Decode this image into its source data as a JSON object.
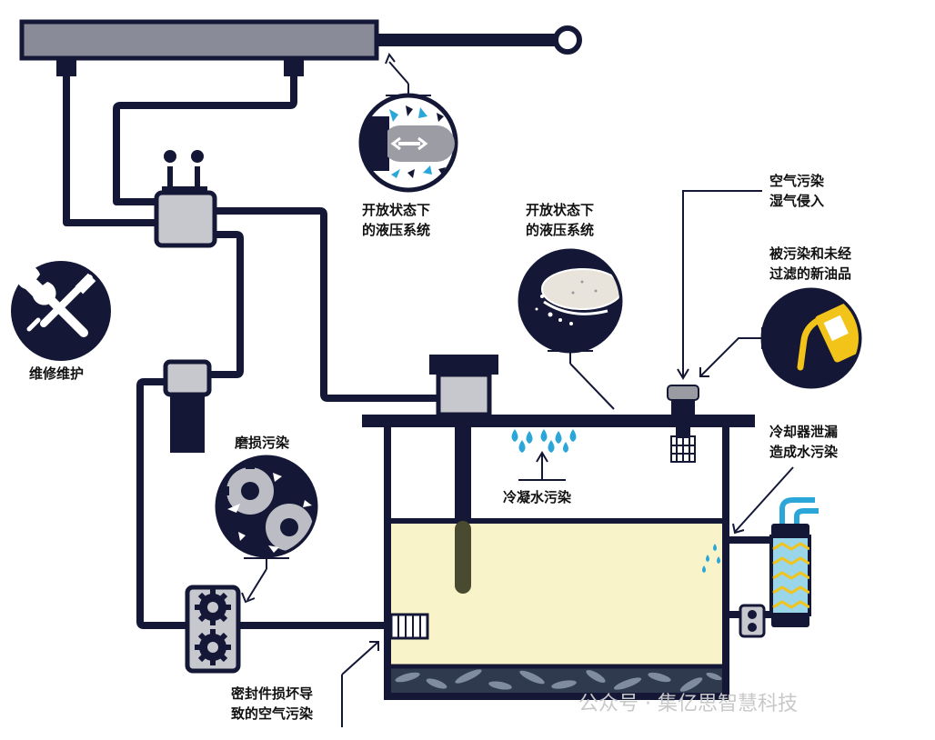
{
  "labels": {
    "open_hydraulic_1_line1": "开放状态下",
    "open_hydraulic_1_line2": "的液压系统",
    "open_hydraulic_2_line1": "开放状态下",
    "open_hydraulic_2_line2": "的液压系统",
    "air_contamination_line1": "空气污染",
    "air_contamination_line2": "湿气侵入",
    "new_oil_line1": "被污染和未经",
    "new_oil_line2": "过滤的新油品",
    "maintenance": "维修维护",
    "wear_contamination": "磨损污染",
    "condensation": "冷凝水污染",
    "cooler_leak_line1": "冷却器泄漏",
    "cooler_leak_line2": "造成水污染",
    "seal_damage_line1": "密封件损坏导",
    "seal_damage_line2": "致的空气污染"
  },
  "watermark": {
    "account_prefix": "公众号 · ",
    "account_name": "集亿思智慧科技"
  },
  "colors": {
    "pipe": "#141836",
    "oil": "#f8f3c8",
    "water": "#2aa7d8",
    "gray_part": "#c7c7ce",
    "cylinder": "#8a8b98",
    "yellow": "#f2c318"
  },
  "icons": [
    "wrench-screwdriver-icon",
    "gear-icon",
    "water-drop-icon",
    "oil-can-icon",
    "arrow-icon"
  ]
}
